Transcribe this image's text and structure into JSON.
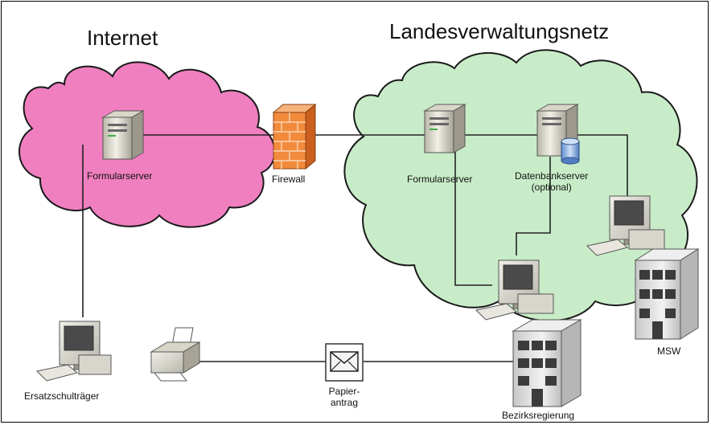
{
  "zones": {
    "internet": "Internet",
    "landesnetz": "Landesverwaltungsnetz"
  },
  "labels": {
    "formularserver_internet": "Formularserver",
    "firewall": "Firewall",
    "formularserver_landesnetz": "Formularserver",
    "datenbankserver_line1": "Datenbankserver",
    "datenbankserver_line2": "(optional)",
    "ersatzschultraeger": "Ersatzschulträger",
    "papierantrag_line1": "Papier-",
    "papierantrag_line2": "antrag",
    "bezirksregierung": "Bezirksregierung",
    "msw": "MSW"
  },
  "colors": {
    "internet_cloud": "#f07fc0",
    "landesnetz_cloud": "#c8ecc8",
    "firewall_brick": "#f28a3c",
    "server_body": "#e4e2d6",
    "building": "#d8d8d8"
  }
}
